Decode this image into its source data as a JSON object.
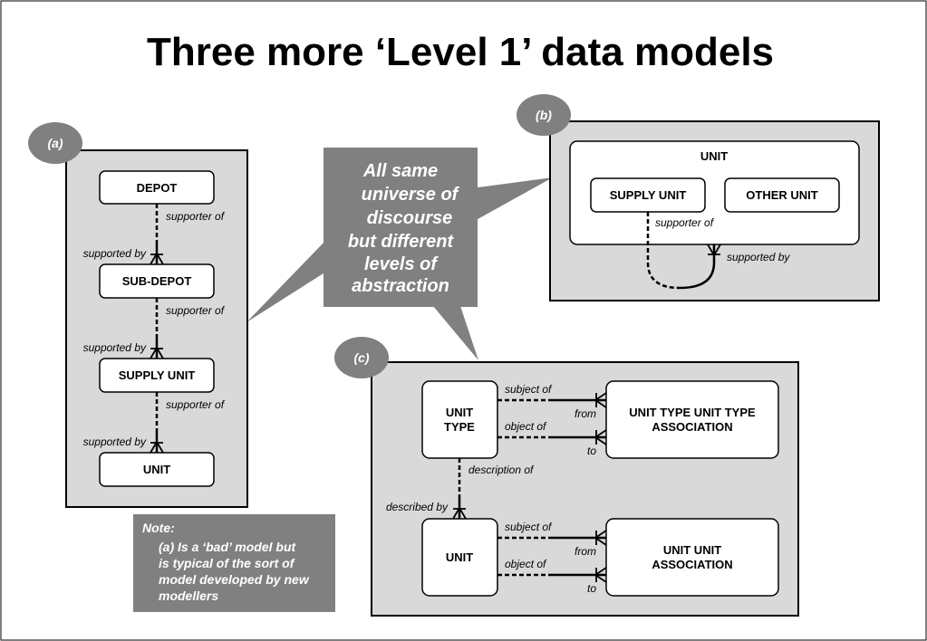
{
  "title": "Three more ‘Level 1’ data models",
  "panel_a": {
    "tag": "(a)",
    "entities": [
      "DEPOT",
      "SUB-DEPOT",
      "SUPPLY UNIT",
      "UNIT"
    ],
    "supporter_of": "supporter of",
    "supported_by": "supported by"
  },
  "panel_b": {
    "tag": "(b)",
    "outer": "UNIT",
    "supply_unit": "SUPPLY UNIT",
    "other_unit": "OTHER UNIT",
    "supporter_of": "supporter of",
    "supported_by": "supported by"
  },
  "panel_c": {
    "tag": "(c)",
    "unit_type_1": "UNIT",
    "unit_type_2": "TYPE",
    "unit": "UNIT",
    "utut_1": "UNIT TYPE UNIT TYPE",
    "utut_2": "ASSOCIATION",
    "uua_1": "UNIT UNIT",
    "uua_2": "ASSOCIATION",
    "subject_of": "subject of",
    "object_of": "object of",
    "from": "from",
    "to": "to",
    "description_of": "description of",
    "described_by": "described by"
  },
  "callout": [
    "All same",
    "universe of",
    "discourse",
    "but different",
    "levels of",
    "abstraction"
  ],
  "note": {
    "heading": "Note:",
    "lines": [
      "(a) Is a ‘bad’ model but",
      "is typical of the sort of",
      "model developed by new",
      "modellers"
    ]
  }
}
